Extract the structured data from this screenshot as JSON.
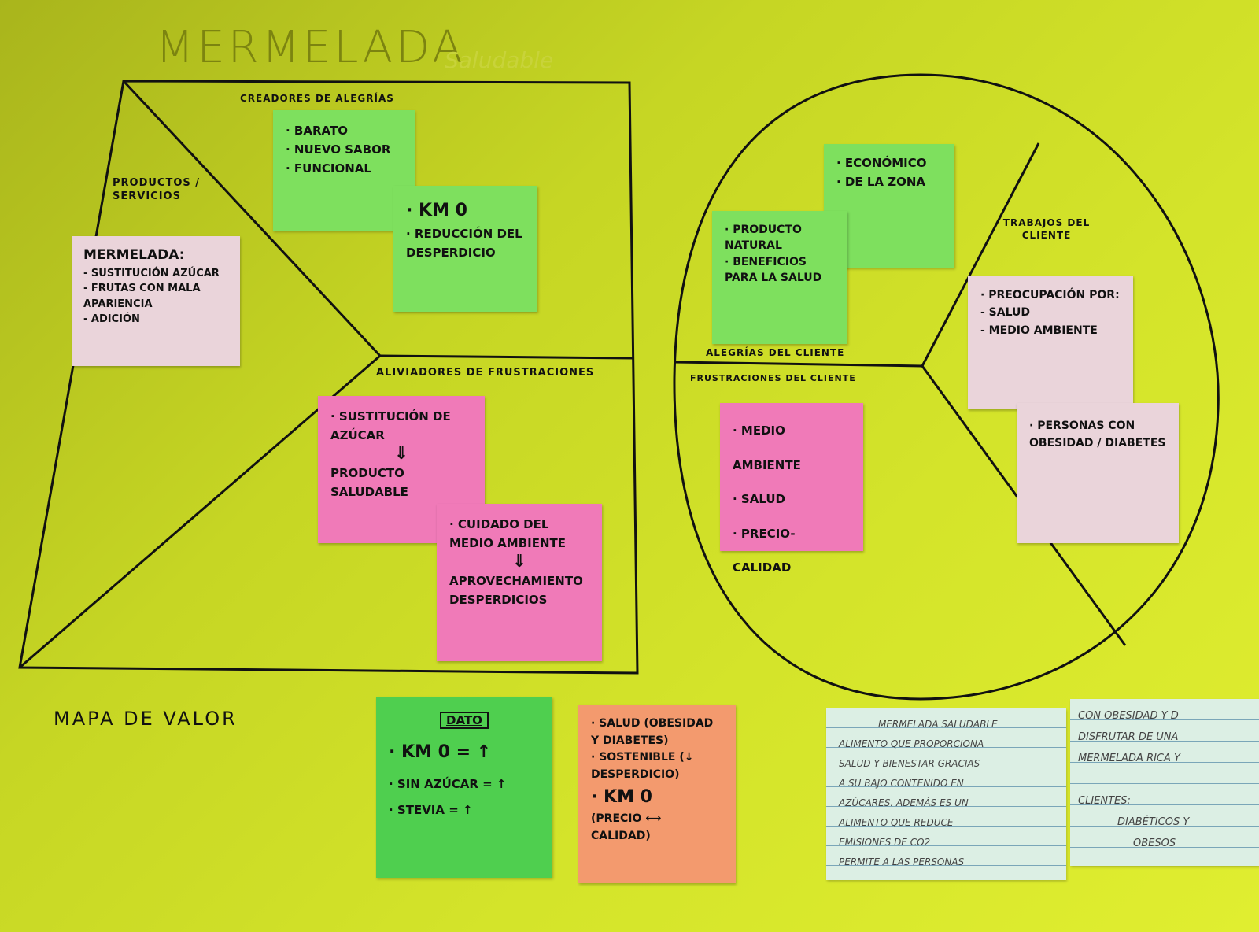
{
  "title": "MERMELADA",
  "subtitle": "Saludable",
  "labels": {
    "creadores": "Creadores de alegrías",
    "productos": "Productos / servicios",
    "aliviadores": "Aliviadores de frustraciones",
    "alegrias": "Alegrías del cliente",
    "frustraciones": "Frustraciones del cliente",
    "trabajos": "Trabajos del cliente",
    "mapa": "Mapa de valor"
  },
  "notes": {
    "creadores1": [
      "· Barato",
      "· Nuevo sabor",
      "· Funcional"
    ],
    "creadores2": {
      "head": "· km 0",
      "body": "· Reducción del desperdicio"
    },
    "productos": {
      "head": "Mermelada:",
      "items": [
        "- Sustitución azúcar",
        "- Frutas con mala apariencia",
        "- Adición"
      ]
    },
    "aliviadores1": {
      "a": "· Sustitución de azúcar",
      "arrow": "⇓",
      "b": "Producto saludable"
    },
    "aliviadores2": {
      "a": "· Cuidado del medio ambiente",
      "arrow": "⇓",
      "b": "Aprovechamiento desperdicios"
    },
    "alegrias1": [
      "· Económico",
      "· De la zona"
    ],
    "alegrias2": [
      "· Producto natural",
      "· Beneficios para la salud"
    ],
    "frustraciones": [
      "· Medio ambiente",
      "· Salud",
      "· Precio-calidad"
    ],
    "trabajos1": {
      "head": "· Preocupación por:",
      "items": [
        "- Salud",
        "- Medio ambiente"
      ]
    },
    "trabajos2": "· Personas con obesidad / diabetes",
    "dato": {
      "head": "DATO",
      "items": [
        "· km 0 = ↑",
        "· sin azúcar = ↑",
        "· stevia = ↑"
      ]
    },
    "orange": [
      "· Salud (obesidad y diabetes)",
      "· Sostenible (↓ desperdicio)",
      "· km 0",
      "(precio ⟷ calidad)"
    ]
  },
  "cards": {
    "left": [
      "Mermelada saludable",
      "Alimento que proporciona",
      "salud y bienestar gracias",
      "a su bajo contenido en",
      "azúcares. Además es un",
      "alimento que reduce",
      "emisiones de CO2",
      "permite a las personas"
    ],
    "right": [
      "con obesidad y d",
      "disfrutar de una",
      "mermelada rica y",
      "",
      "Clientes:",
      "diabéticos y",
      "obesos"
    ]
  }
}
